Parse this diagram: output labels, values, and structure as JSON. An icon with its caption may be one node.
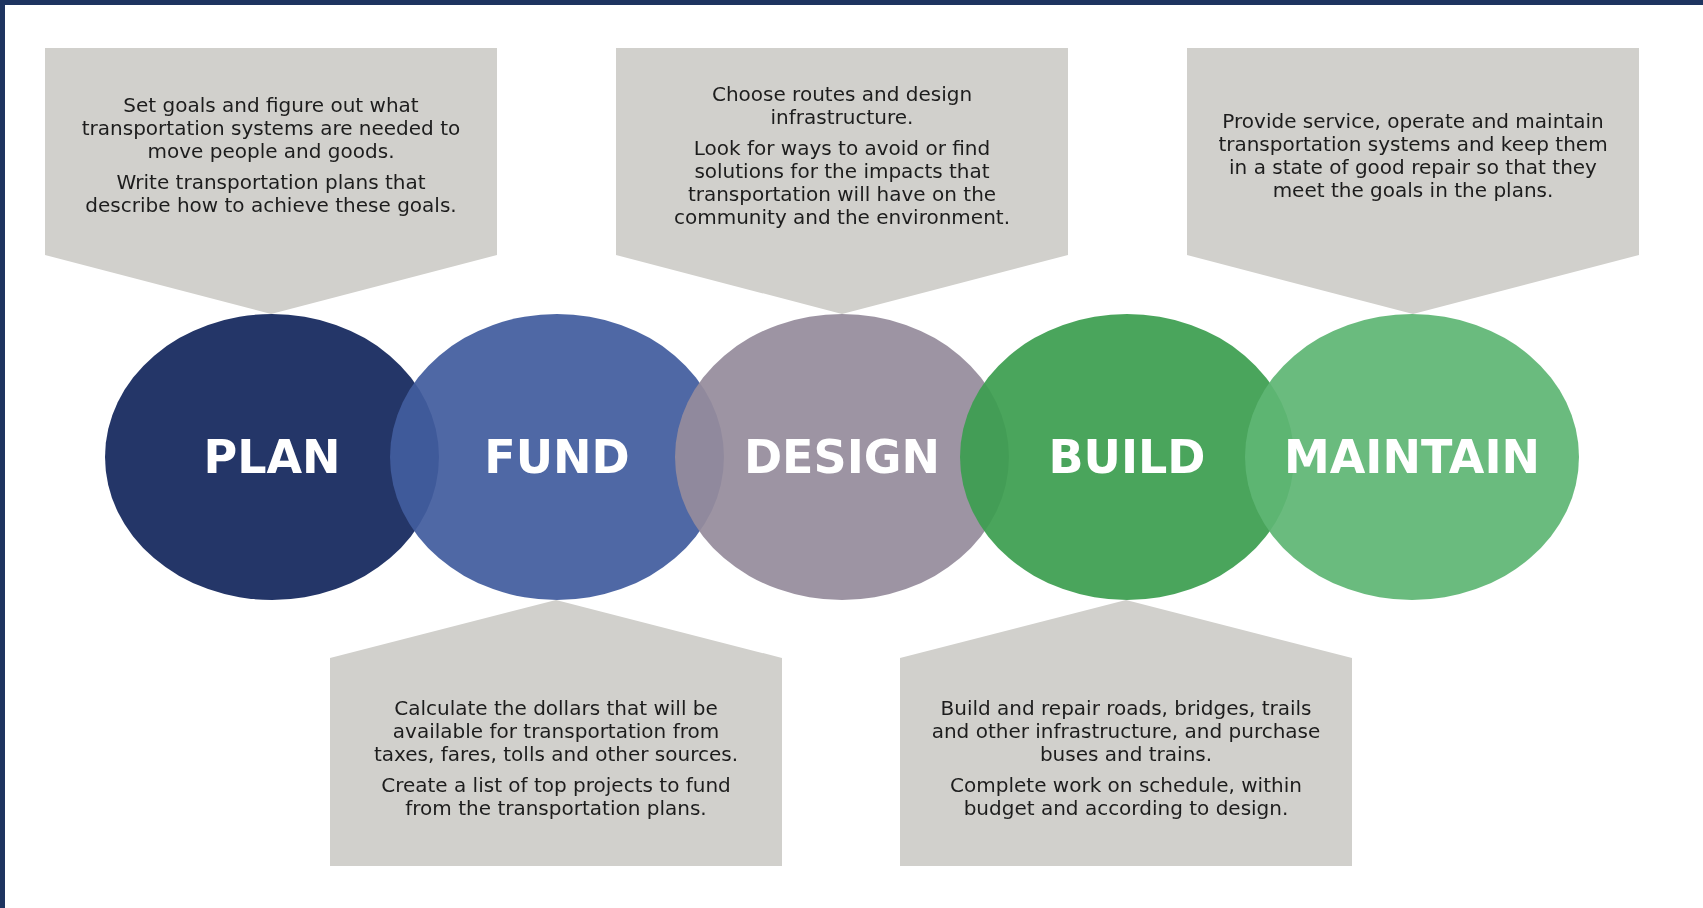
{
  "diagram": {
    "nodes": [
      {
        "text": [
          "Set goals and figure out what transportation systems are needed to move people and goods.",
          "Write transportation plans that describe how to achieve these goals."
        ]
      },
      {
        "text": [
          "Choose routes and design infrastructure.",
          "Look for ways to avoid or find solutions for the impacts that transportation will have on the community and the environment."
        ]
      },
      {
        "text": [
          "Provide service, operate and maintain transportation systems and keep them in a state of good repair so that they meet the goals in the plans."
        ]
      },
      {
        "text": [
          "PLAN"
        ]
      },
      {
        "text": [
          "FUND"
        ]
      },
      {
        "text": [
          "DESIGN"
        ]
      },
      {
        "text": [
          "BUILD"
        ]
      },
      {
        "text": [
          "MAINTAIN"
        ]
      },
      {
        "text": [
          "Calculate the dollars that will be available for transportation from taxes, fares, tolls and other sources.",
          "Create a list of top projects to fund from the transportation plans."
        ]
      },
      {
        "text": [
          "Build and repair roads, bridges, trails and other infrastructure, and purchase buses and trains.",
          "Complete work on schedule, within budget and according to design."
        ]
      }
    ]
  }
}
